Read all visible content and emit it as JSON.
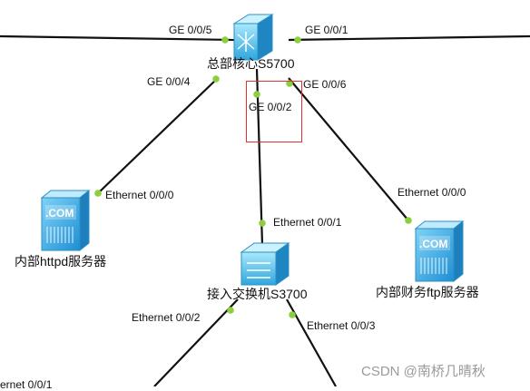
{
  "devices": {
    "core_switch": {
      "label": "总部核心S5700"
    },
    "access_switch": {
      "label": "接入交换机S3700"
    },
    "httpd_server": {
      "label": "内部httpd服务器",
      "badge": ".COM"
    },
    "ftp_server": {
      "label": "内部财务ftp服务器",
      "badge": ".COM"
    }
  },
  "ports": {
    "core_ge005": "GE 0/0/5",
    "core_ge001": "GE 0/0/1",
    "core_ge004": "GE 0/0/4",
    "core_ge002": "GE 0/0/2",
    "core_ge006": "GE 0/0/6",
    "httpd_eth000": "Ethernet 0/0/0",
    "ftp_eth000": "Ethernet 0/0/0",
    "access_eth001": "Ethernet 0/0/1",
    "access_eth002": "Ethernet 0/0/2",
    "access_eth003": "Ethernet 0/0/3",
    "edge_eth001": "ernet 0/0/1"
  },
  "watermark": "CSDN @南桥几晴秋",
  "colors": {
    "link": "#111111",
    "port_dot": "#8ccf3c",
    "device": "#3ea0e6",
    "highlight": "#e03030"
  }
}
